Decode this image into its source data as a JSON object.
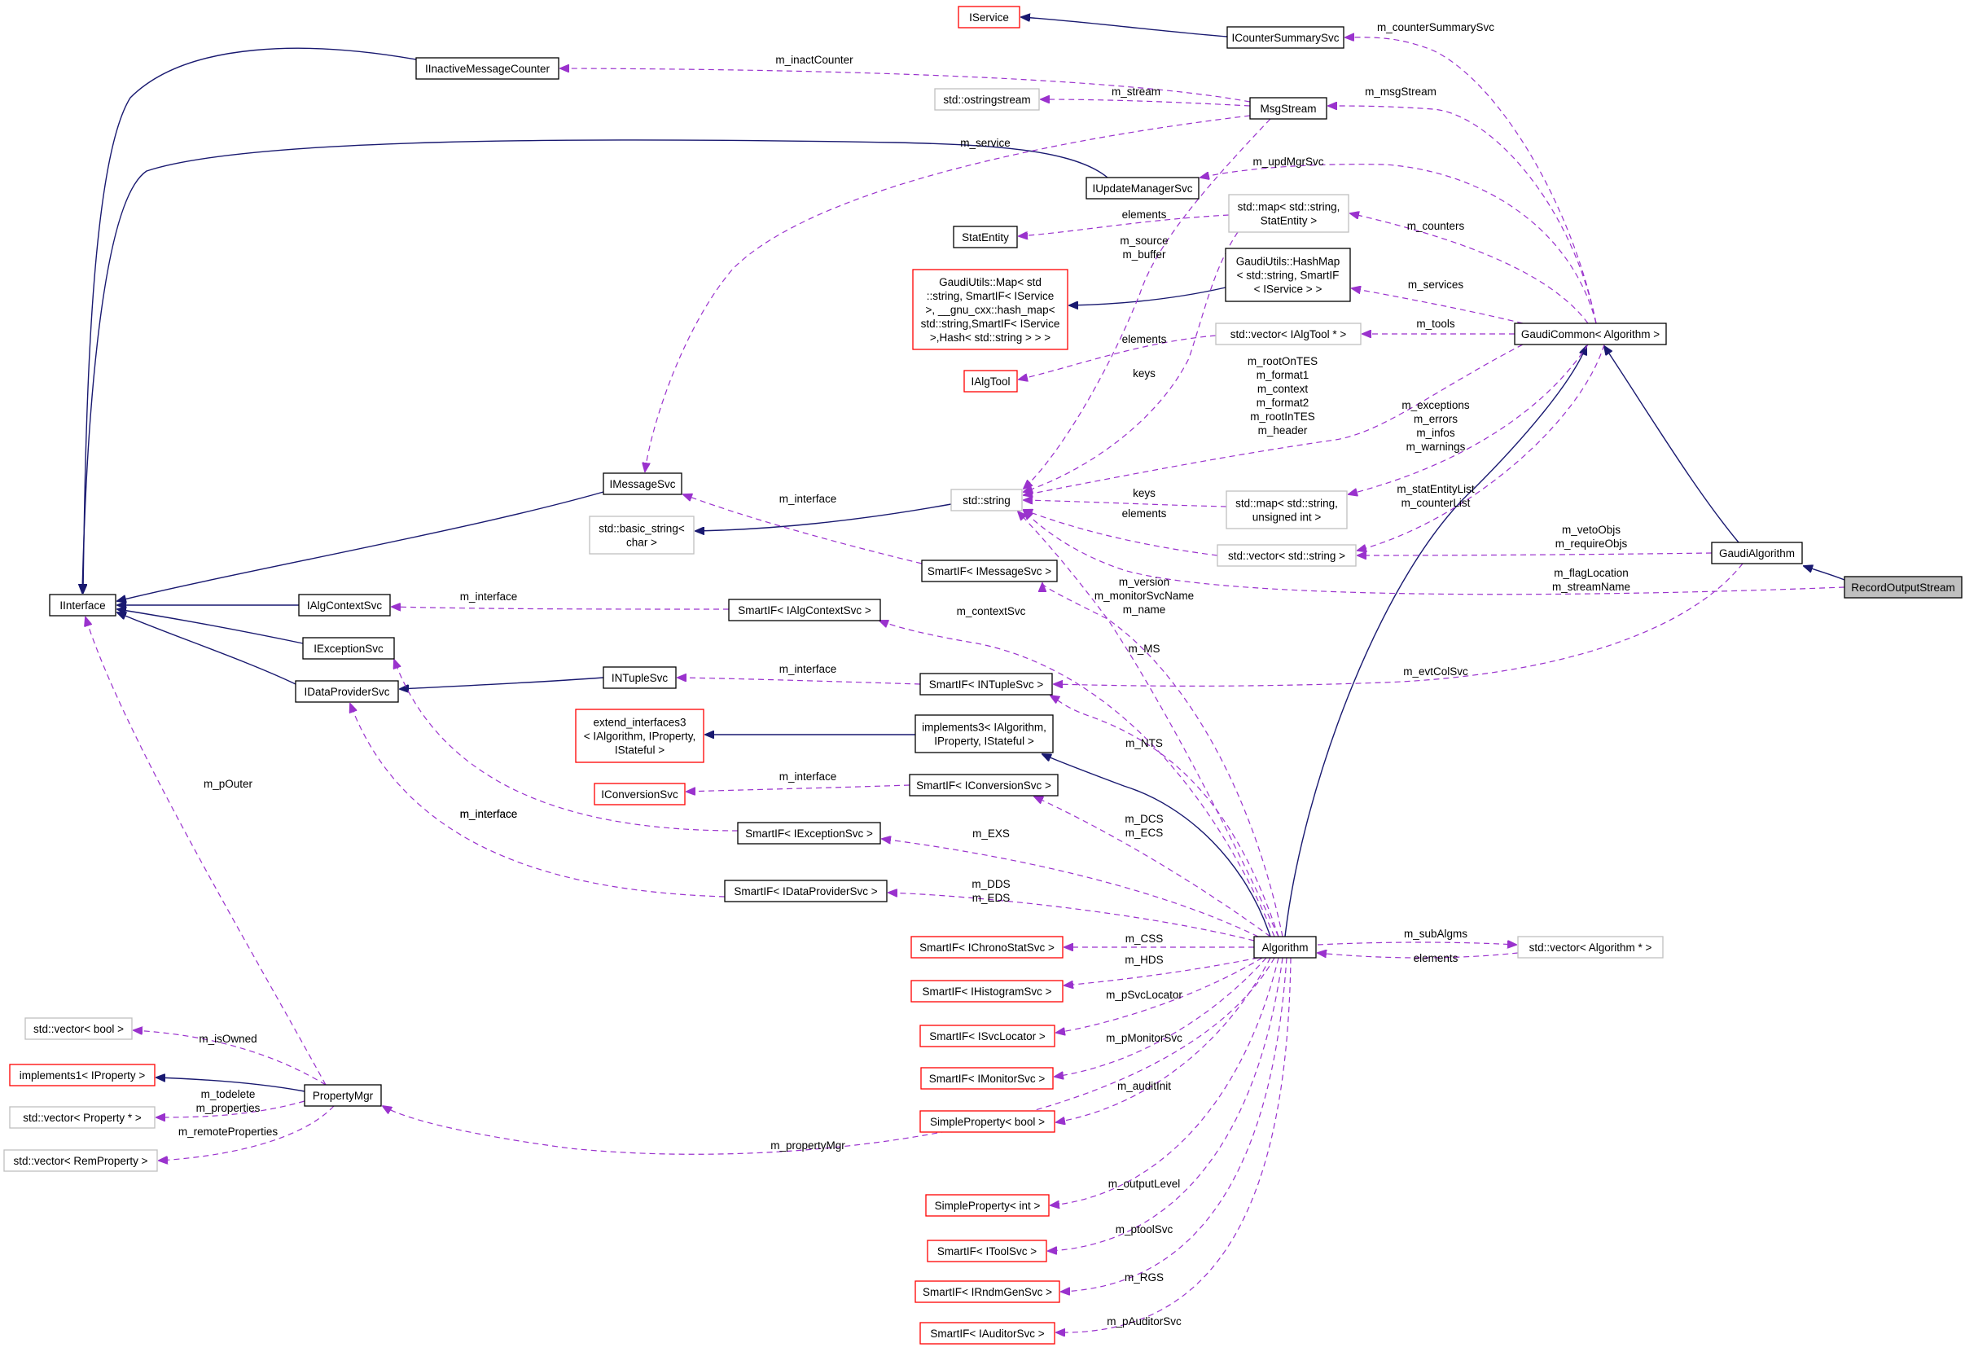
{
  "colors": {
    "inherit_edge": "#191970",
    "member_edge": "#9a32cd",
    "node_border_black": "#000000",
    "node_border_red": "#ff0000",
    "node_border_gray": "#bfbfbf",
    "focus_fill": "#bfbfbf"
  },
  "nodes": [
    {
      "id": "IService",
      "lines": [
        "IService"
      ],
      "style": "red"
    },
    {
      "id": "ICounterSummarySvc",
      "lines": [
        "ICounterSummarySvc"
      ],
      "style": "black"
    },
    {
      "id": "IInactiveMessageCounter",
      "lines": [
        "IInactiveMessageCounter"
      ],
      "style": "black"
    },
    {
      "id": "ostringstream",
      "lines": [
        "std::ostringstream"
      ],
      "style": "gray"
    },
    {
      "id": "MsgStream",
      "lines": [
        "MsgStream"
      ],
      "style": "black"
    },
    {
      "id": "IUpdateManagerSvc",
      "lines": [
        "IUpdateManagerSvc"
      ],
      "style": "black"
    },
    {
      "id": "StatEntity",
      "lines": [
        "StatEntity"
      ],
      "style": "black"
    },
    {
      "id": "mapStatEntity",
      "lines": [
        "std::map< std::string,",
        "StatEntity >"
      ],
      "style": "gray"
    },
    {
      "id": "GaudiUtilsMap",
      "lines": [
        "GaudiUtils::Map< std",
        "::string, SmartIF< IService",
        ">, __gnu_cxx::hash_map<",
        "std::string,SmartIF< IService",
        ">,Hash< std::string > > >"
      ],
      "style": "red"
    },
    {
      "id": "HashMap",
      "lines": [
        "GaudiUtils::HashMap",
        "< std::string, SmartIF",
        "< IService > >"
      ],
      "style": "black"
    },
    {
      "id": "vecIAlgTool",
      "lines": [
        "std::vector< IAlgTool * >"
      ],
      "style": "gray"
    },
    {
      "id": "GaudiCommon",
      "lines": [
        "GaudiCommon< Algorithm >"
      ],
      "style": "black"
    },
    {
      "id": "IAlgTool",
      "lines": [
        "IAlgTool"
      ],
      "style": "red"
    },
    {
      "id": "IMessageSvc",
      "lines": [
        "IMessageSvc"
      ],
      "style": "black"
    },
    {
      "id": "stdstring",
      "lines": [
        "std::string"
      ],
      "style": "gray"
    },
    {
      "id": "basic_string",
      "lines": [
        "std::basic_string<",
        "char >"
      ],
      "style": "gray"
    },
    {
      "id": "mapUint",
      "lines": [
        "std::map< std::string,",
        "unsigned int >"
      ],
      "style": "gray"
    },
    {
      "id": "vecString",
      "lines": [
        "std::vector< std::string >"
      ],
      "style": "gray"
    },
    {
      "id": "GaudiAlgorithm",
      "lines": [
        "GaudiAlgorithm"
      ],
      "style": "black"
    },
    {
      "id": "RecordOutputStream",
      "lines": [
        "RecordOutputStream"
      ],
      "style": "focus"
    },
    {
      "id": "IInterface",
      "lines": [
        "IInterface"
      ],
      "style": "black"
    },
    {
      "id": "IAlgContextSvc",
      "lines": [
        "IAlgContextSvc"
      ],
      "style": "black"
    },
    {
      "id": "SmartIMessageSvc",
      "lines": [
        "SmartIF< IMessageSvc >"
      ],
      "style": "black"
    },
    {
      "id": "SmartIAlgContextSvc",
      "lines": [
        "SmartIF< IAlgContextSvc >"
      ],
      "style": "black"
    },
    {
      "id": "IExceptionSvc",
      "lines": [
        "IExceptionSvc"
      ],
      "style": "black"
    },
    {
      "id": "IDataProviderSvc",
      "lines": [
        "IDataProviderSvc"
      ],
      "style": "black"
    },
    {
      "id": "INTupleSvc",
      "lines": [
        "INTupleSvc"
      ],
      "style": "black"
    },
    {
      "id": "SmartINTupleSvc",
      "lines": [
        "SmartIF< INTupleSvc >"
      ],
      "style": "black"
    },
    {
      "id": "extend_interfaces3",
      "lines": [
        "extend_interfaces3",
        "< IAlgorithm, IProperty,",
        "IStateful >"
      ],
      "style": "red"
    },
    {
      "id": "implements3",
      "lines": [
        "implements3< IAlgorithm,",
        "IProperty, IStateful >"
      ],
      "style": "black"
    },
    {
      "id": "IConversionSvc",
      "lines": [
        "IConversionSvc"
      ],
      "style": "red"
    },
    {
      "id": "SmartIConversionSvc",
      "lines": [
        "SmartIF< IConversionSvc >"
      ],
      "style": "black"
    },
    {
      "id": "SmartIExceptionSvc",
      "lines": [
        "SmartIF< IExceptionSvc >"
      ],
      "style": "black"
    },
    {
      "id": "SmartIDataProviderSvc",
      "lines": [
        "SmartIF< IDataProviderSvc >"
      ],
      "style": "black"
    },
    {
      "id": "SmartIChronoStatSvc",
      "lines": [
        "SmartIF< IChronoStatSvc >"
      ],
      "style": "red"
    },
    {
      "id": "Algorithm",
      "lines": [
        "Algorithm"
      ],
      "style": "black"
    },
    {
      "id": "vecAlgorithm",
      "lines": [
        "std::vector< Algorithm * >"
      ],
      "style": "gray"
    },
    {
      "id": "SmartIHistogramSvc",
      "lines": [
        "SmartIF< IHistogramSvc >"
      ],
      "style": "red"
    },
    {
      "id": "SmartISvcLocator",
      "lines": [
        "SmartIF< ISvcLocator >"
      ],
      "style": "red"
    },
    {
      "id": "SmartIMonitorSvc",
      "lines": [
        "SmartIF< IMonitorSvc >"
      ],
      "style": "red"
    },
    {
      "id": "SimplePropertyBool",
      "lines": [
        "SimpleProperty< bool >"
      ],
      "style": "red"
    },
    {
      "id": "vecBool",
      "lines": [
        "std::vector< bool >"
      ],
      "style": "gray"
    },
    {
      "id": "implements1",
      "lines": [
        "implements1< IProperty >"
      ],
      "style": "red"
    },
    {
      "id": "PropertyMgr",
      "lines": [
        "PropertyMgr"
      ],
      "style": "black"
    },
    {
      "id": "vecProperty",
      "lines": [
        "std::vector< Property * >"
      ],
      "style": "gray"
    },
    {
      "id": "vecRemProperty",
      "lines": [
        "std::vector< RemProperty >"
      ],
      "style": "gray"
    },
    {
      "id": "SimplePropertyInt",
      "lines": [
        "SimpleProperty< int >"
      ],
      "style": "red"
    },
    {
      "id": "SmartIToolSvc",
      "lines": [
        "SmartIF< IToolSvc >"
      ],
      "style": "red"
    },
    {
      "id": "SmartIRndmGenSvc",
      "lines": [
        "SmartIF< IRndmGenSvc >"
      ],
      "style": "red"
    },
    {
      "id": "SmartIAuditorSvc",
      "lines": [
        "SmartIF< IAuditorSvc >"
      ],
      "style": "red"
    }
  ],
  "edges": [
    {
      "from": "ICounterSummarySvc",
      "to": "IService",
      "kind": "inherit"
    },
    {
      "from": "IInactiveMessageCounter",
      "to": "IInterface",
      "kind": "inherit"
    },
    {
      "from": "IUpdateManagerSvc",
      "to": "IInterface",
      "kind": "inherit"
    },
    {
      "from": "HashMap",
      "to": "GaudiUtilsMap",
      "kind": "inherit"
    },
    {
      "from": "IMessageSvc",
      "to": "IInterface",
      "kind": "inherit"
    },
    {
      "from": "stdstring",
      "to": "basic_string",
      "kind": "inherit"
    },
    {
      "from": "IAlgContextSvc",
      "to": "IInterface",
      "kind": "inherit"
    },
    {
      "from": "IExceptionSvc",
      "to": "IInterface",
      "kind": "inherit"
    },
    {
      "from": "IDataProviderSvc",
      "to": "IInterface",
      "kind": "inherit"
    },
    {
      "from": "INTupleSvc",
      "to": "IDataProviderSvc",
      "kind": "inherit"
    },
    {
      "from": "implements3",
      "to": "extend_interfaces3",
      "kind": "inherit"
    },
    {
      "from": "Algorithm",
      "to": "implements3",
      "kind": "inherit"
    },
    {
      "from": "Algorithm",
      "to": "GaudiCommon",
      "kind": "inherit"
    },
    {
      "from": "GaudiAlgorithm",
      "to": "GaudiCommon",
      "kind": "inherit"
    },
    {
      "from": "RecordOutputStream",
      "to": "GaudiAlgorithm",
      "kind": "inherit"
    },
    {
      "from": "PropertyMgr",
      "to": "implements1",
      "kind": "inherit"
    },
    {
      "from": "GaudiCommon",
      "to": "ICounterSummarySvc",
      "kind": "member",
      "label": [
        "m_counterSummarySvc"
      ]
    },
    {
      "from": "MsgStream",
      "to": "IInactiveMessageCounter",
      "kind": "member",
      "label": [
        "m_inactCounter"
      ]
    },
    {
      "from": "MsgStream",
      "to": "ostringstream",
      "kind": "member",
      "label": [
        "m_stream"
      ]
    },
    {
      "from": "GaudiCommon",
      "to": "MsgStream",
      "kind": "member",
      "label": [
        "m_msgStream"
      ]
    },
    {
      "from": "MsgStream",
      "to": "IMessageSvc",
      "kind": "member",
      "label": [
        "m_service"
      ]
    },
    {
      "from": "GaudiCommon",
      "to": "IUpdateManagerSvc",
      "kind": "member",
      "label": [
        "m_updMgrSvc"
      ]
    },
    {
      "from": "mapStatEntity",
      "to": "StatEntity",
      "kind": "member",
      "label": [
        "elements"
      ]
    },
    {
      "from": "GaudiCommon",
      "to": "mapStatEntity",
      "kind": "member",
      "label": [
        "m_counters"
      ]
    },
    {
      "from": "GaudiCommon",
      "to": "HashMap",
      "kind": "member",
      "label": [
        "m_services"
      ]
    },
    {
      "from": "GaudiCommon",
      "to": "vecIAlgTool",
      "kind": "member",
      "label": [
        "m_tools"
      ]
    },
    {
      "from": "vecIAlgTool",
      "to": "IAlgTool",
      "kind": "member",
      "label": [
        "elements"
      ]
    },
    {
      "from": "MsgStream",
      "to": "stdstring",
      "kind": "member",
      "label": [
        "m_source",
        "m_buffer"
      ]
    },
    {
      "from": "mapStatEntity",
      "to": "stdstring",
      "kind": "member",
      "label": [
        "keys"
      ]
    },
    {
      "from": "GaudiCommon",
      "to": "stdstring",
      "kind": "member",
      "label": [
        "m_rootOnTES",
        "m_format1",
        "m_context",
        "m_format2",
        "m_rootInTES",
        "m_header"
      ]
    },
    {
      "from": "GaudiCommon",
      "to": "mapUint",
      "kind": "member",
      "label": [
        "m_exceptions",
        "m_errors",
        "m_infos",
        "m_warnings"
      ]
    },
    {
      "from": "mapUint",
      "to": "stdstring",
      "kind": "member",
      "label": [
        "keys"
      ]
    },
    {
      "from": "vecString",
      "to": "stdstring",
      "kind": "member",
      "label": [
        "elements"
      ]
    },
    {
      "from": "GaudiCommon",
      "to": "vecString",
      "kind": "member",
      "label": [
        "m_statEntityList",
        "m_counterList"
      ]
    },
    {
      "from": "GaudiAlgorithm",
      "to": "vecString",
      "kind": "member",
      "label": [
        "m_vetoObjs",
        "m_requireObjs"
      ]
    },
    {
      "from": "RecordOutputStream",
      "to": "stdstring",
      "kind": "member",
      "label": [
        "m_flagLocation",
        "m_streamName"
      ]
    },
    {
      "from": "SmartIMessageSvc",
      "to": "IMessageSvc",
      "kind": "member",
      "label": [
        "m_interface"
      ]
    },
    {
      "from": "Algorithm",
      "to": "stdstring",
      "kind": "member",
      "label": [
        "m_version",
        "m_monitorSvcName",
        "m_name"
      ]
    },
    {
      "from": "SmartIAlgContextSvc",
      "to": "IAlgContextSvc",
      "kind": "member",
      "label": [
        "m_interface"
      ]
    },
    {
      "from": "Algorithm",
      "to": "SmartIAlgContextSvc",
      "kind": "member",
      "label": [
        "m_contextSvc"
      ]
    },
    {
      "from": "Algorithm",
      "to": "SmartIMessageSvc",
      "kind": "member",
      "label": [
        "m_MS"
      ]
    },
    {
      "from": "SmartINTupleSvc",
      "to": "INTupleSvc",
      "kind": "member",
      "label": [
        "m_interface"
      ]
    },
    {
      "from": "GaudiAlgorithm",
      "to": "SmartINTupleSvc",
      "kind": "member",
      "label": [
        "m_evtColSvc"
      ]
    },
    {
      "from": "Algorithm",
      "to": "SmartINTupleSvc",
      "kind": "member",
      "label": [
        "m_NTS"
      ]
    },
    {
      "from": "SmartIConversionSvc",
      "to": "IConversionSvc",
      "kind": "member",
      "label": [
        "m_interface"
      ]
    },
    {
      "from": "Algorithm",
      "to": "SmartIConversionSvc",
      "kind": "member",
      "label": [
        "m_DCS",
        "m_ECS"
      ]
    },
    {
      "from": "SmartIExceptionSvc",
      "to": "IExceptionSvc",
      "kind": "member",
      "label": [
        "m_interface"
      ]
    },
    {
      "from": "Algorithm",
      "to": "SmartIExceptionSvc",
      "kind": "member",
      "label": [
        "m_EXS"
      ]
    },
    {
      "from": "SmartIDataProviderSvc",
      "to": "IDataProviderSvc",
      "kind": "member",
      "label": [
        "m_interface"
      ]
    },
    {
      "from": "Algorithm",
      "to": "SmartIDataProviderSvc",
      "kind": "member",
      "label": [
        "m_DDS",
        "m_EDS"
      ]
    },
    {
      "from": "Algorithm",
      "to": "SmartIChronoStatSvc",
      "kind": "member",
      "label": [
        "m_CSS"
      ]
    },
    {
      "from": "Algorithm",
      "to": "vecAlgorithm",
      "kind": "member",
      "label": [
        "m_subAlgms"
      ]
    },
    {
      "from": "vecAlgorithm",
      "to": "Algorithm",
      "kind": "member",
      "label": [
        "elements"
      ]
    },
    {
      "from": "Algorithm",
      "to": "SmartIHistogramSvc",
      "kind": "member",
      "label": [
        "m_HDS"
      ]
    },
    {
      "from": "Algorithm",
      "to": "SmartISvcLocator",
      "kind": "member",
      "label": [
        "m_pSvcLocator"
      ]
    },
    {
      "from": "Algorithm",
      "to": "SmartIMonitorSvc",
      "kind": "member",
      "label": [
        "m_pMonitorSvc"
      ]
    },
    {
      "from": "Algorithm",
      "to": "SimplePropertyBool",
      "kind": "member",
      "label": [
        "m_auditInit"
      ]
    },
    {
      "from": "PropertyMgr",
      "to": "IInterface",
      "kind": "member",
      "label": [
        "m_pOuter"
      ]
    },
    {
      "from": "PropertyMgr",
      "to": "vecBool",
      "kind": "member",
      "label": [
        "m_isOwned"
      ]
    },
    {
      "from": "PropertyMgr",
      "to": "vecProperty",
      "kind": "member",
      "label": [
        "m_todelete",
        "m_properties"
      ]
    },
    {
      "from": "PropertyMgr",
      "to": "vecRemProperty",
      "kind": "member",
      "label": [
        "m_remoteProperties"
      ]
    },
    {
      "from": "Algorithm",
      "to": "PropertyMgr",
      "kind": "member",
      "label": [
        "m_propertyMgr"
      ]
    },
    {
      "from": "Algorithm",
      "to": "SimplePropertyInt",
      "kind": "member",
      "label": [
        "m_outputLevel"
      ]
    },
    {
      "from": "Algorithm",
      "to": "SmartIToolSvc",
      "kind": "member",
      "label": [
        "m_ptoolSvc"
      ]
    },
    {
      "from": "Algorithm",
      "to": "SmartIRndmGenSvc",
      "kind": "member",
      "label": [
        "m_RGS"
      ]
    },
    {
      "from": "Algorithm",
      "to": "SmartIAuditorSvc",
      "kind": "member",
      "label": [
        "m_pAuditorSvc"
      ]
    }
  ]
}
